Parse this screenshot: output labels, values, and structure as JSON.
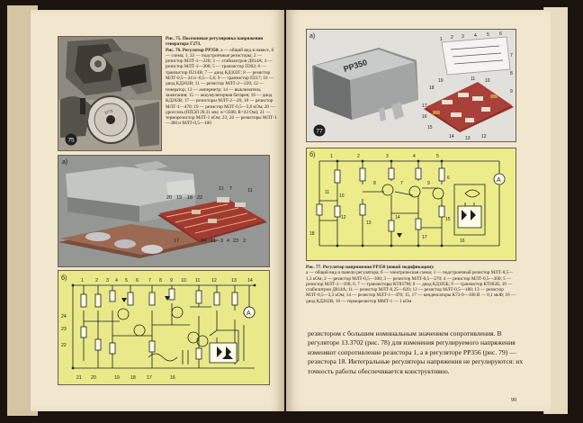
{
  "left_page": {
    "figure_75": {
      "number": "75",
      "caption_title": "Рис. 75. Посезонные регулировка напряжения генератора Г273.",
      "caption_title2": "Рис. 76. Регулятор РР350:",
      "caption_body": "а — общий вид в навесе, б — схема; 1, 22 — подстроечные резисторы; 2 — резистор МЛТ-1—220; 3 — стабилитрон Д814А; 4 — резистор МЛТ-1—300; 5 — транзистор П302; 6 — транзистор П214В; 7 — диод КД102Г; 8 — резистор МЛТ-0,5—24 и -0,5—5,6; 9 — транзистор П217; 10 — диод КД202В; 11 — резистор МЛТ-2—220; 12 — генератор; 13 — амперметр; 14 — выключатель зажигания; 15 — аккумуляторная батарея; 16 — диод КД202В; 17 — резисторы МЛТ-2—20; 18 — резистор МЛТ-1—470; 19 — резистор МЛТ-0,5—3,0 кОм; 20 — дроссель (ППЭЛ 20,31 мм; w=3500; R=43 Ом); 21 — терморезистор МЛТ-1 кОм; 23, 24 — резисторы МЛТ-1—300 и МЛТ-0,5—100"
    },
    "figure_76a": {
      "label": "а)",
      "numbers": [
        "20",
        "19",
        "18",
        "22",
        "11",
        "7",
        "11",
        "17",
        "24",
        "21",
        "3",
        "4",
        "23",
        "2"
      ]
    },
    "figure_76b": {
      "label": "б)",
      "top_numbers": [
        "1",
        "2",
        "3",
        "4",
        "5",
        "6",
        "7",
        "8",
        "9",
        "10",
        "11",
        "12",
        "13",
        "14"
      ],
      "left_numbers": [
        "24",
        "23",
        "22"
      ],
      "bottom_numbers": [
        "21",
        "20",
        "19",
        "18",
        "17",
        "16"
      ],
      "ammeter": "А"
    }
  },
  "right_page": {
    "figure_77": {
      "label_a": "а)",
      "device_marking": "РР350",
      "number": "77",
      "photo_numbers": [
        "1",
        "2",
        "3",
        "4",
        "5",
        "6",
        "7",
        "8",
        "9",
        "10",
        "11",
        "12",
        "13",
        "14",
        "15",
        "16",
        "17",
        "18",
        "19"
      ],
      "label_b": "б)",
      "schematic_numbers": [
        "1",
        "2",
        "3",
        "4",
        "5",
        "6",
        "7",
        "8",
        "9",
        "10",
        "11",
        "12",
        "13",
        "14",
        "15",
        "16",
        "17",
        "18"
      ],
      "ammeter": "А"
    },
    "caption_title": "Рис. 77. Регулятор напряжения РР350 (новой модификации):",
    "caption_body": "а — общий вид и панели регулятора; б — электрическая схема; 1 — подстроечный резистор МЛТ-0,5—1,3 кОм; 2 — резистор МЛТ-0,5—300; 3 — резистор МЛТ-0,5—270; 4 — резистор МЛТ-0,5—300; 5 — резистор МЛТ-1—100; 6, 7 — транзисторы КТ837М; 8 — диод КД105Б; 9 — транзистор КТ602Б; 10 — стабилитрон Д814А; 11 — резистор МЛТ-0,25—820; 12 — резистор МЛТ-0,5—180; 13 — резистор МЛТ-0,5—3,3 кОм; 14 — резистор МЛТ-1—470; 15, 17 — конденсаторы К73-9—100 В — 0,1 мкФ; 16 — диод КД202В; 18 — терморезистор ММТ-1 — 1 кОм",
    "body_text": "резистором с большим номинальным значением сопротивления. В регуляторе 13.3702 (рис. 78) для изменения регулируемого напряжения изменяют сопротивление резистора 1, а в регуляторе РР356 (рис. 79) — резистора 18. Интегральные регуляторы напряжения не регулируются: их точность работы обеспечивается конструктивно.",
    "page_number": "99"
  },
  "colors": {
    "paper": "#f1e7cf",
    "schematic_fill": "#ecec8a",
    "board_red": "#9c3a32",
    "background": "#1b130d"
  }
}
